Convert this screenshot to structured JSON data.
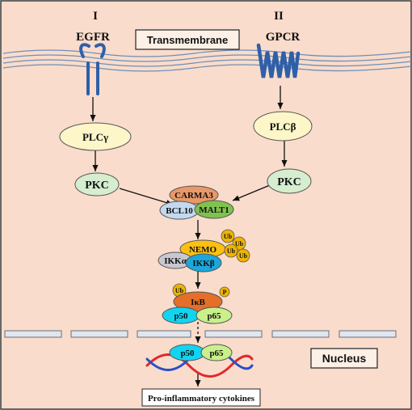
{
  "colors": {
    "background": "#f9dccb",
    "border": "#3a3a3a",
    "membrane": "#6f8fb8",
    "receptor": "#2f5fa8",
    "plc_fill": "#fdf6c8",
    "pkc_fill": "#d6edd0",
    "carma3_fill": "#e99868",
    "bcl10_fill": "#c4d9ef",
    "malt1_fill": "#7fc24e",
    "nemo_fill": "#fdc010",
    "ikka_fill": "#c8c8d0",
    "ikkb_fill": "#1aa7dc",
    "ub_fill": "#eeb400",
    "ikb_fill": "#e36f2a",
    "p50_fill": "#12d4f0",
    "p65_fill": "#c9f08a",
    "dna_red": "#e0282a",
    "dna_blue": "#2a4fc8"
  },
  "pathway": {
    "left_numeral": "I",
    "left_receptor": "EGFR",
    "right_numeral": "II",
    "right_receptor": "GPCR",
    "transmembrane": "Transmembrane",
    "plc_gamma": "PLCγ",
    "plc_beta": "PLCβ",
    "pkc_left": "PKC",
    "pkc_right": "PKC",
    "carma3": "CARMA3",
    "bcl10": "BCL10",
    "malt1": "MALT1",
    "nemo": "NEMO",
    "ikka": "IKKα",
    "ikkb": "IKKβ",
    "ub": "Ub",
    "p": "P",
    "ikb": "IκB",
    "p50": "p50",
    "p65": "p65",
    "nucleus": "Nucleus",
    "cytokines": "Pro-inflammatory cytokines"
  }
}
